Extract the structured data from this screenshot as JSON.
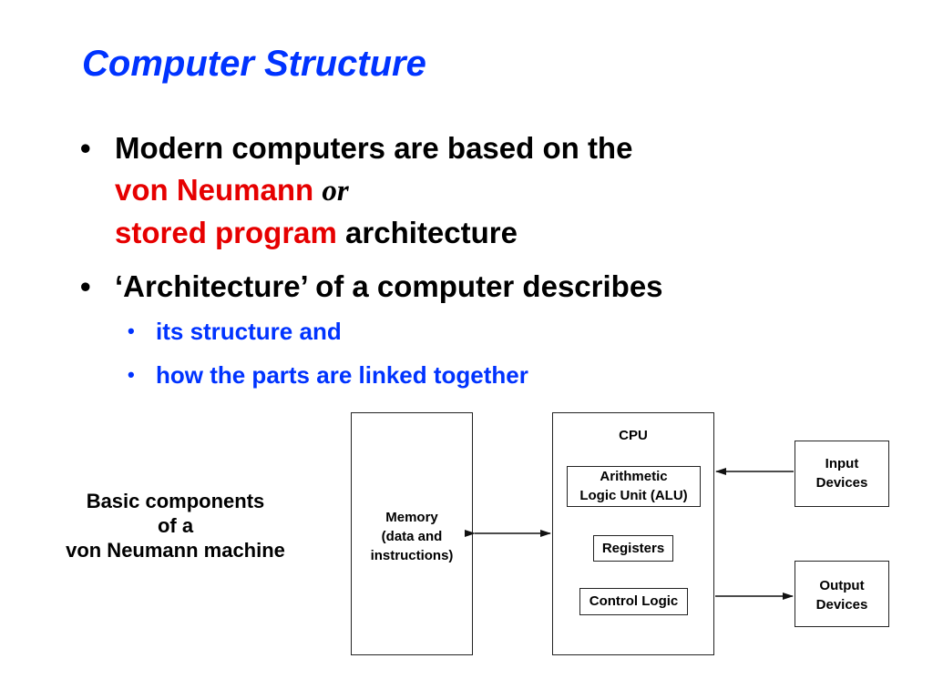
{
  "title": "Computer Structure",
  "bullets": [
    {
      "line1": "Modern computers are based on the",
      "highlight1": "von Neumann",
      "conjunction": "or",
      "highlight2": "stored program",
      "tail": "architecture"
    },
    {
      "text": "‘Architecture’ of a computer describes"
    }
  ],
  "sub_bullets": [
    "its structure and",
    "how the parts are linked together"
  ],
  "bullet_char": "•",
  "caption": {
    "line1": "Basic components",
    "line2": "of a",
    "line3": "von Neumann machine"
  },
  "diagram": {
    "memory": [
      "Memory",
      "(data and",
      "instructions)"
    ],
    "cpu_label": "CPU",
    "alu": [
      "Arithmetic",
      "Logic Unit (ALU)"
    ],
    "registers": "Registers",
    "control_logic": "Control Logic",
    "input": [
      "Input",
      "Devices"
    ],
    "output": [
      "Output",
      "Devices"
    ]
  },
  "colors": {
    "title": "#0033ff",
    "highlight": "#e60000",
    "sub_bullets": "#0033ff"
  }
}
